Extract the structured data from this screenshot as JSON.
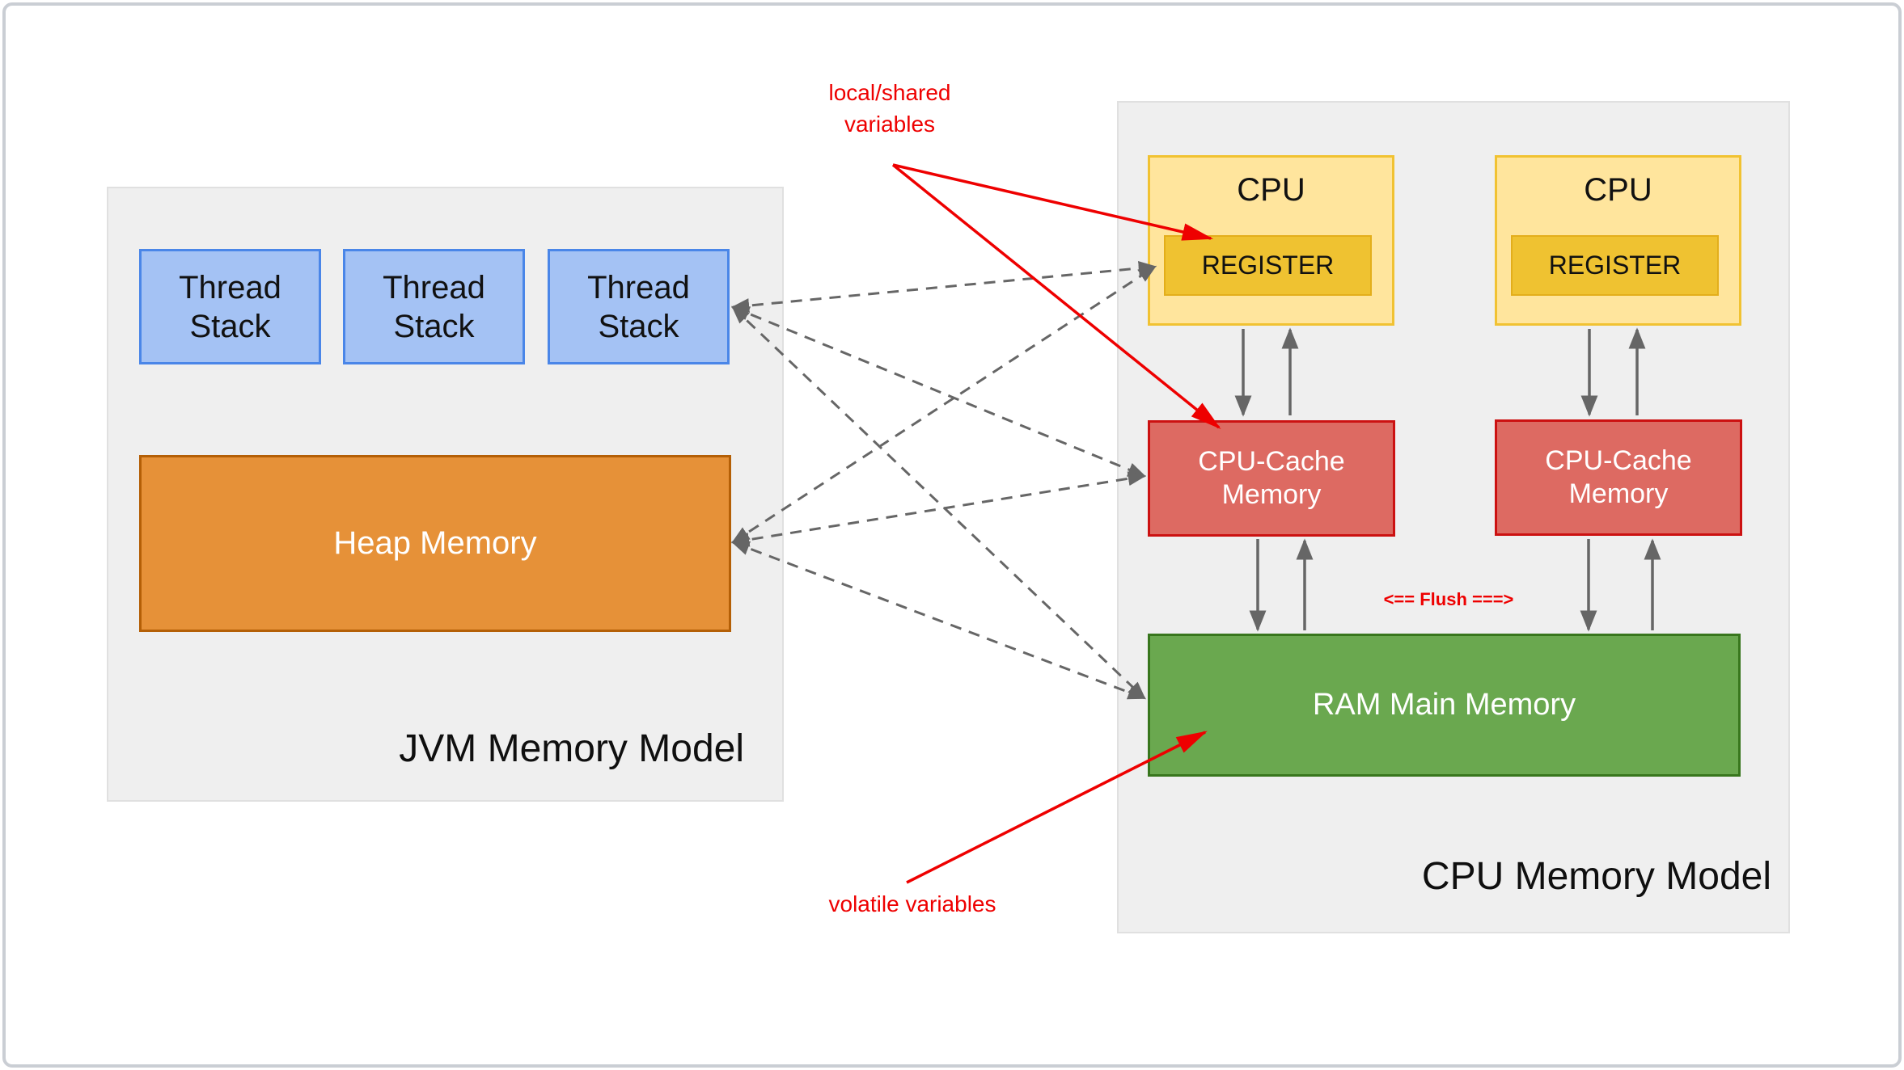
{
  "jvm_panel": {
    "title": "JVM Memory Model",
    "thread_stacks": [
      {
        "label": "Thread Stack"
      },
      {
        "label": "Thread Stack"
      },
      {
        "label": "Thread Stack"
      }
    ],
    "heap": {
      "label": "Heap Memory"
    }
  },
  "cpu_panel": {
    "title": "CPU Memory Model",
    "cpus": [
      {
        "label": "CPU",
        "register": "REGISTER"
      },
      {
        "label": "CPU",
        "register": "REGISTER"
      }
    ],
    "caches": [
      {
        "label": "CPU-Cache Memory"
      },
      {
        "label": "CPU-Cache Memory"
      }
    ],
    "ram": {
      "label": "RAM Main Memory"
    }
  },
  "annotations": {
    "local_shared_line1": "local/shared",
    "local_shared_line2": "variables",
    "volatile_label": "volatile variables",
    "flush_label": "<== Flush ===>"
  },
  "colors": {
    "panel-bg": "#efefef",
    "panel-border": "#e0e0e0",
    "blue-fill": "#a4c2f4",
    "blue-border": "#4a86e8",
    "orange-fill": "#e69138",
    "orange-border": "#b45f06",
    "yellow-fill": "#ffe59d",
    "yellow-border": "#f1c232",
    "gold-fill": "#efc231",
    "gold-border": "#e3ae1b",
    "red-fill": "#dd6a62",
    "red-border": "#cc1111",
    "green-fill": "#6aa84f",
    "green-border": "#38761d",
    "annotation-red": "#ee0000",
    "connector-gray": "#666666",
    "text-dark": "#111111"
  }
}
